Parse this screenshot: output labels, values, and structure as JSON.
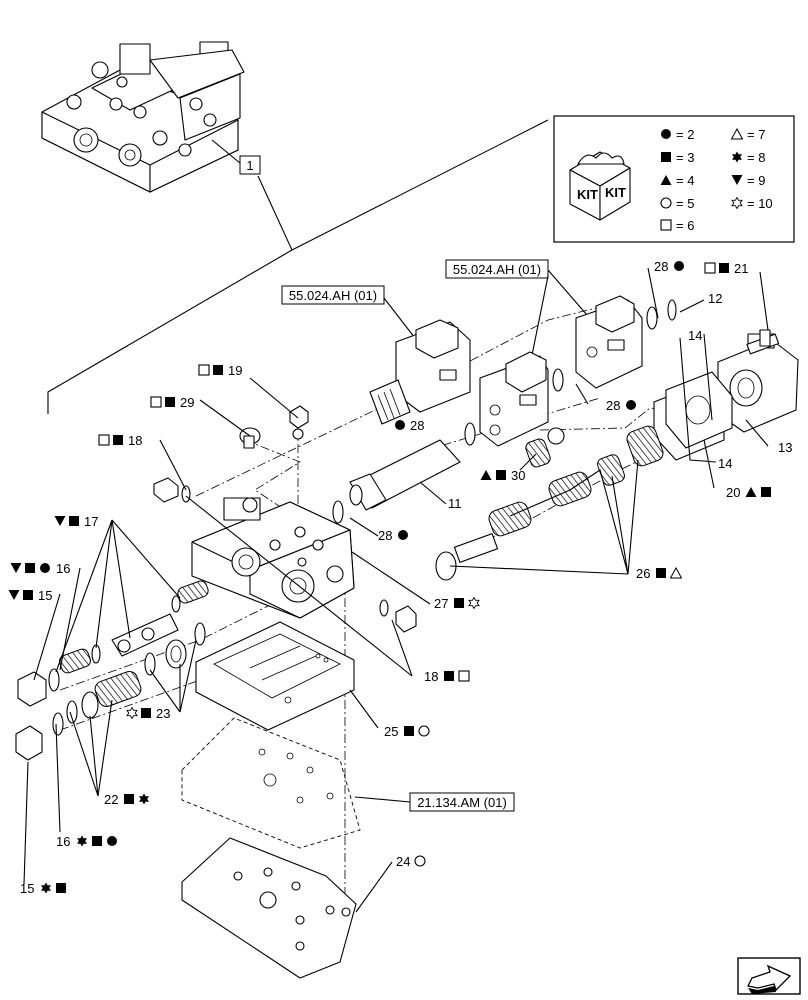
{
  "diagram": {
    "assembly_label": "1",
    "references": [
      {
        "id": "ref-a",
        "text": "55.024.AH (01)"
      },
      {
        "id": "ref-b",
        "text": "55.024.AH (01)"
      },
      {
        "id": "ref-c",
        "text": "21.134.AM (01)"
      }
    ],
    "legend": {
      "kit_text_1": "KIT",
      "kit_text_2": "KIT",
      "entries": [
        {
          "symbol": "filled-circle",
          "text": "= 2"
        },
        {
          "symbol": "filled-square",
          "text": "= 3"
        },
        {
          "symbol": "filled-triangle-up",
          "text": "= 4"
        },
        {
          "symbol": "hollow-circle",
          "text": "= 5"
        },
        {
          "symbol": "hollow-square",
          "text": "= 6"
        },
        {
          "symbol": "hollow-triangle-up",
          "text": "= 7"
        },
        {
          "symbol": "filled-star",
          "text": "= 8"
        },
        {
          "symbol": "filled-triangle-down",
          "text": "= 9"
        },
        {
          "symbol": "hollow-star",
          "text": "= 10"
        }
      ]
    },
    "callouts": [
      {
        "id": "c11",
        "text": "11"
      },
      {
        "id": "c12",
        "text": "12"
      },
      {
        "id": "c13",
        "text": "13"
      },
      {
        "id": "c14a",
        "text": "14"
      },
      {
        "id": "c14b",
        "text": "14"
      },
      {
        "id": "c15a",
        "text": "15"
      },
      {
        "id": "c15b",
        "text": "15"
      },
      {
        "id": "c16a",
        "text": "16"
      },
      {
        "id": "c16b",
        "text": "16"
      },
      {
        "id": "c17",
        "text": "17"
      },
      {
        "id": "c18a",
        "text": "18"
      },
      {
        "id": "c18b",
        "text": "18"
      },
      {
        "id": "c19",
        "text": "19"
      },
      {
        "id": "c20",
        "text": "20"
      },
      {
        "id": "c21",
        "text": "21"
      },
      {
        "id": "c22",
        "text": "22"
      },
      {
        "id": "c23",
        "text": "23"
      },
      {
        "id": "c24",
        "text": "24"
      },
      {
        "id": "c25",
        "text": "25"
      },
      {
        "id": "c26",
        "text": "26"
      },
      {
        "id": "c27",
        "text": "27"
      },
      {
        "id": "c28a",
        "text": "28"
      },
      {
        "id": "c28b",
        "text": "28"
      },
      {
        "id": "c28c",
        "text": "28"
      },
      {
        "id": "c28d",
        "text": "28"
      },
      {
        "id": "c29",
        "text": "29"
      },
      {
        "id": "c30",
        "text": "30"
      }
    ],
    "nav_icon": "next-page-arrow-icon"
  }
}
